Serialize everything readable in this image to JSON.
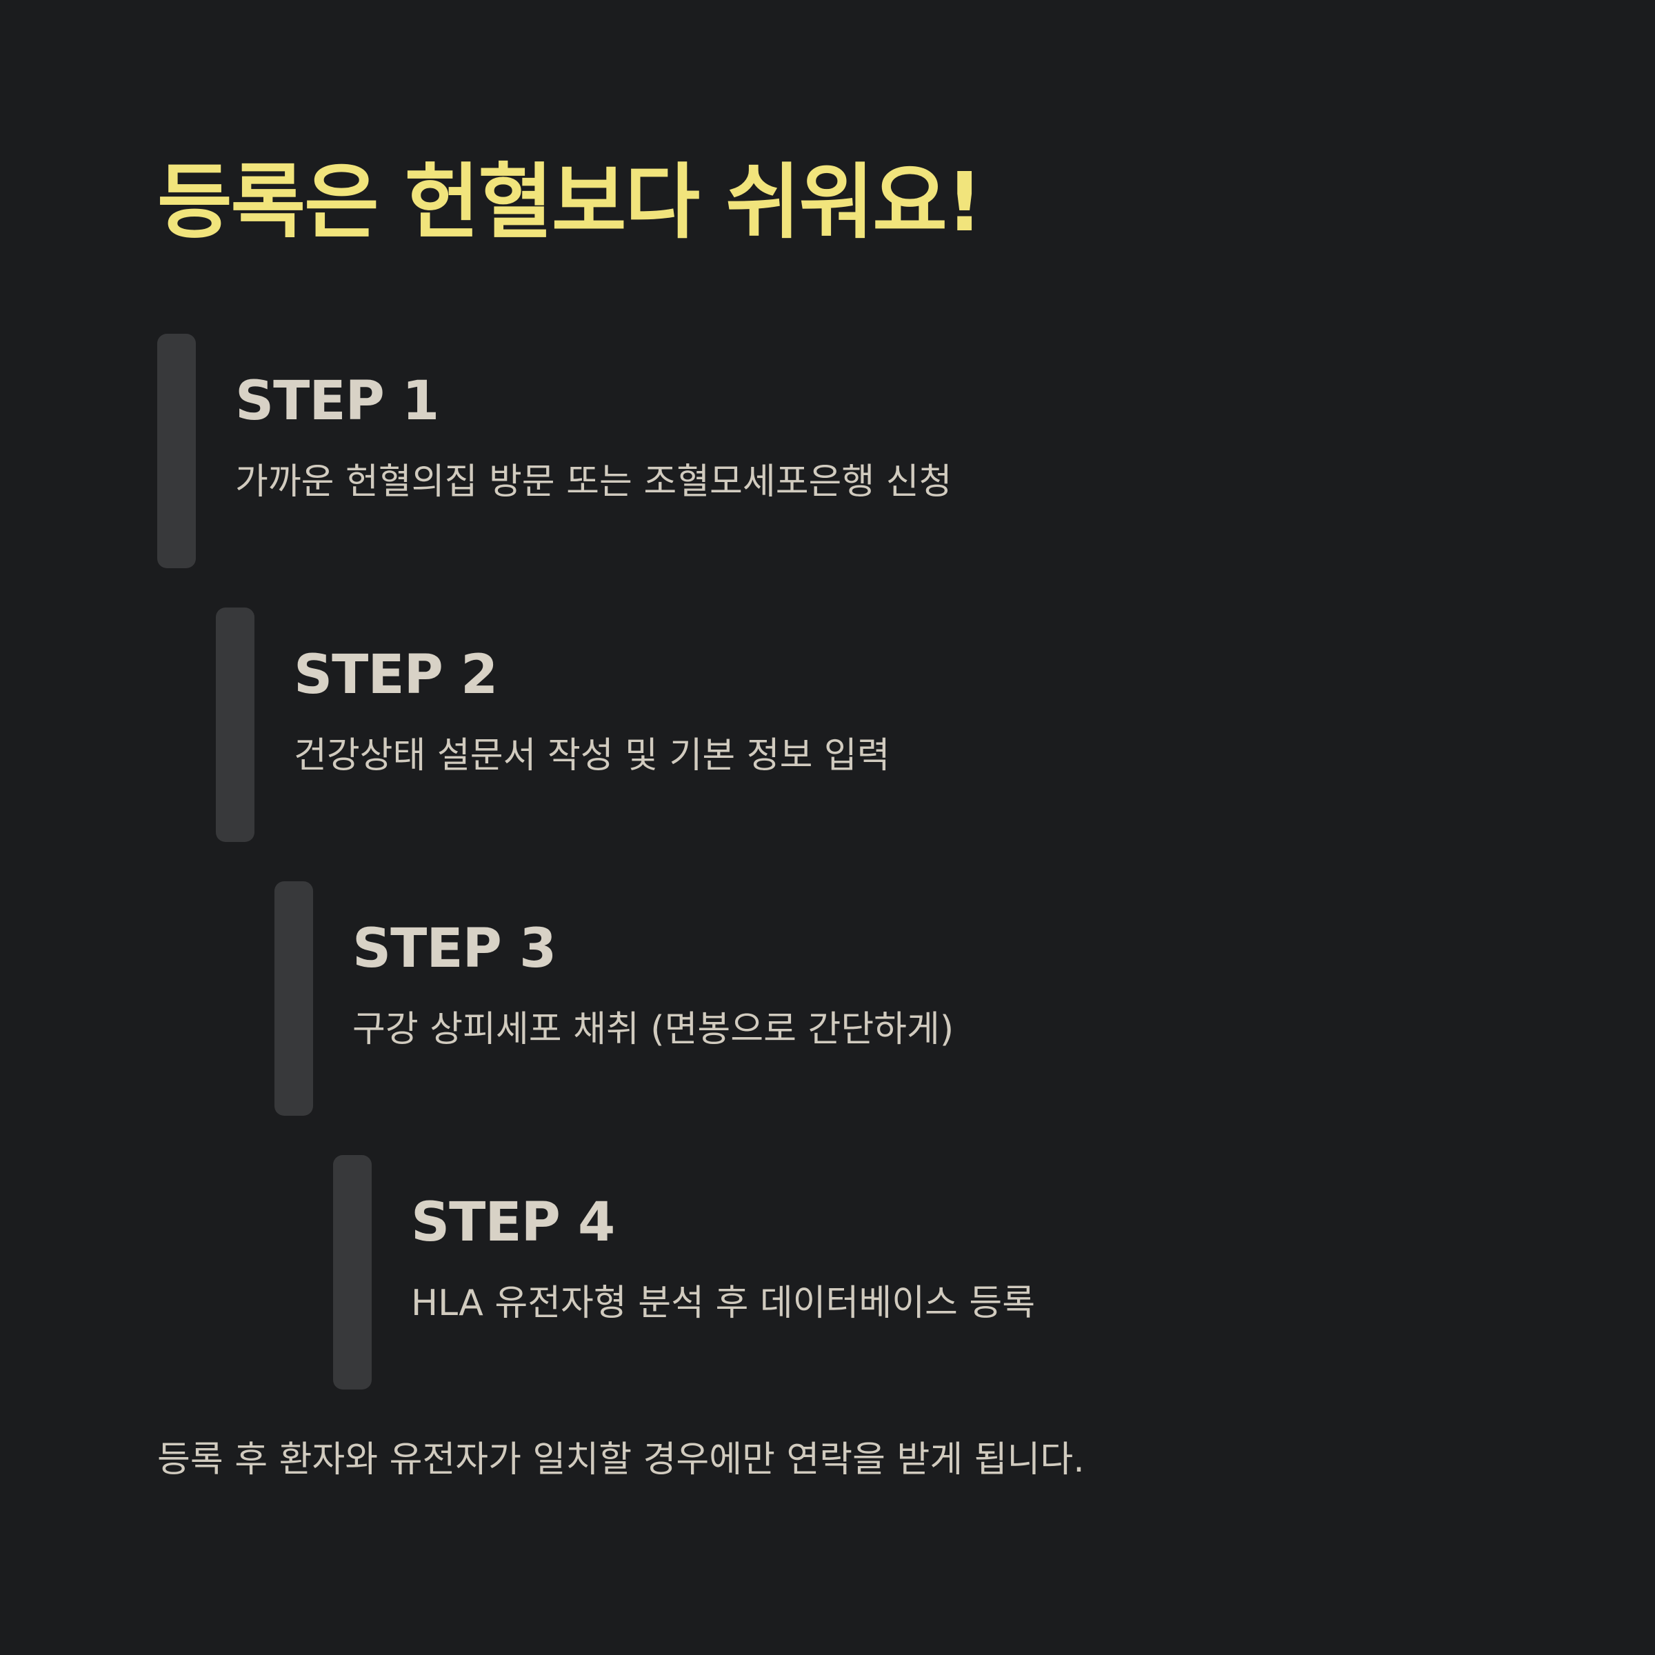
{
  "title": "등록은 헌혈보다 쉬워요!",
  "steps": [
    {
      "label": "STEP 1",
      "description": "가까운 헌혈의집 방문 또는 조혈모세포은행 신청"
    },
    {
      "label": "STEP 2",
      "description": "건강상태 설문서 작성 및 기본 정보 입력"
    },
    {
      "label": "STEP 3",
      "description": "구강 상피세포 채취 (면봉으로 간단하게)"
    },
    {
      "label": "STEP 4",
      "description": "HLA 유전자형 분석 후 데이터베이스 등록"
    }
  ],
  "footer_note": "등록 후 환자와 유전자가 일치할 경우에만 연락을 받게 됩니다.",
  "colors": {
    "background": "#1b1c1e",
    "title": "#f1e47c",
    "step_bar": "#38393b",
    "text": "#d8d2c6"
  }
}
